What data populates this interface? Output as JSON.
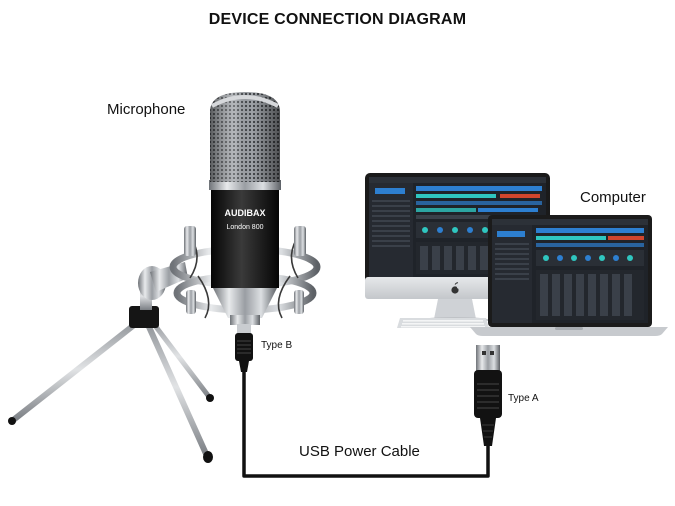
{
  "title": "DEVICE CONNECTION DIAGRAM",
  "labels": {
    "microphone": "Microphone",
    "computer": "Computer",
    "type_b": "Type B",
    "type_a": "Type A",
    "cable": "USB Power Cable"
  },
  "mic": {
    "brand": "AUDIBAX",
    "model": "London 800"
  },
  "colors": {
    "cable": "#111111",
    "screen_dark": "#1e2228",
    "accent_blue": "#2d7fd0",
    "accent_teal": "#2fc6c0",
    "accent_red": "#d0452d",
    "silver": "#c9ccd0"
  },
  "icons": [
    "apple-logo-icon",
    "usb-type-a-plug-icon",
    "usb-type-b-plug-icon"
  ]
}
